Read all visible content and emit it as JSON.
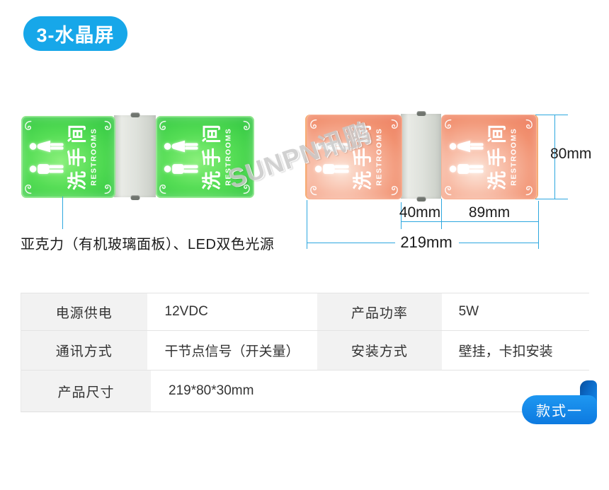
{
  "title_badge": {
    "label": "3-水晶屏",
    "color": "#17a7e9"
  },
  "sign": {
    "cn": "洗手间",
    "en": "RESTROOMS"
  },
  "watermark": "SUNPN讯鹏",
  "callout": {
    "text": "亚克力（有机玻璃面板）、LED双色光源"
  },
  "dims": {
    "height": "80mm",
    "bracket": "40mm",
    "panel": "89mm",
    "total": "219mm",
    "line_color": "#2da7df"
  },
  "spec_table": {
    "rows": [
      [
        "电源供电",
        "12VDC",
        "产品功率",
        "5W"
      ],
      [
        "通讯方式",
        "干节点信号（开关量）",
        "安装方式",
        "壁挂，卡扣安装"
      ],
      [
        "产品尺寸",
        "219*80*30mm",
        "",
        ""
      ]
    ]
  },
  "ribbon": {
    "label": "款式一"
  },
  "colors": {
    "green_led": "#3ecb47",
    "red_led": "#ee7a5e",
    "bracket_gray": "#d8dbd5",
    "table_label_bg": "#f2f2f2",
    "ribbon_blue": "#0f7ce3",
    "badge_blue": "#17a7e9"
  }
}
